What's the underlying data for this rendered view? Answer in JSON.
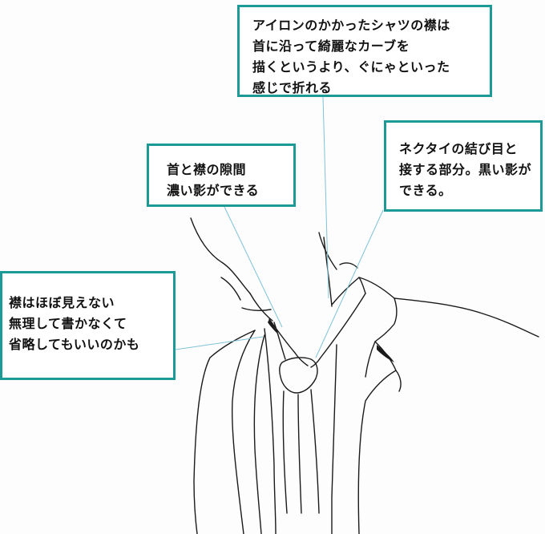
{
  "callouts": {
    "collar_curve": {
      "lines": [
        "アイロンのかかったシャツの襟は",
        "首に沿って綺麗なカーブを",
        "描くというより、ぐにゃといった",
        "感じで折れる"
      ]
    },
    "neck_gap": {
      "lines": [
        "首と襟の隙間",
        "濃い影ができる"
      ]
    },
    "tie_knot": {
      "lines": [
        "ネクタイの結び目と",
        "接する部分。黒い影が",
        "できる。"
      ]
    },
    "hidden_collar": {
      "lines": [
        "襟はほぼ見えない",
        "無理して書かなくて",
        "省略してもいいのかも"
      ]
    }
  },
  "colors": {
    "callout_border": "#1b9a98",
    "leader_line": "#7fc2d8",
    "sketch_line": "#1a1a1a"
  }
}
